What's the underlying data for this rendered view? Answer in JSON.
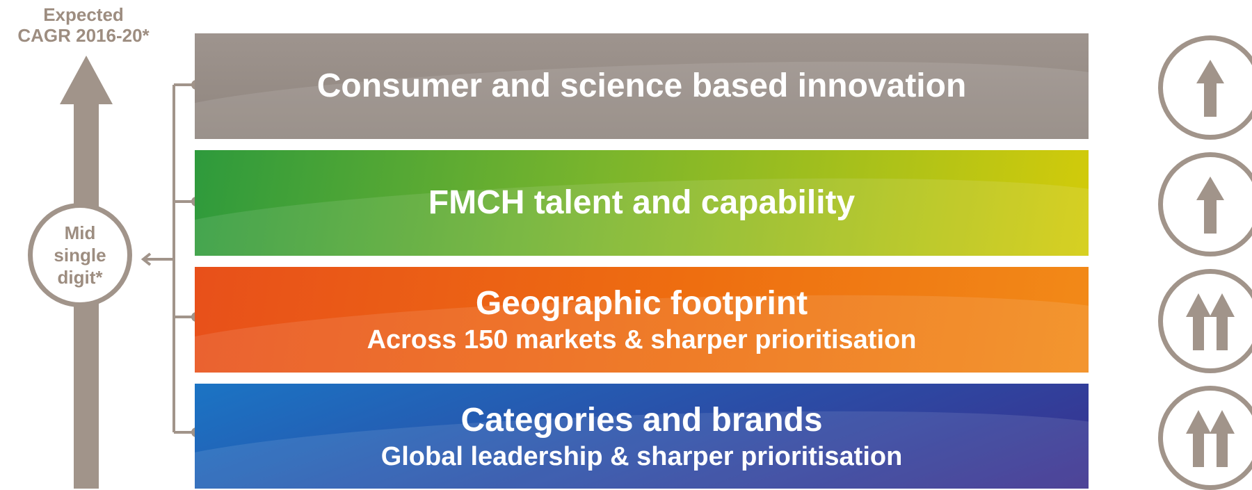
{
  "cagr_label": {
    "line1": "Expected",
    "line2": "CAGR 2016-20*"
  },
  "growth_circle": {
    "line1": "Mid",
    "line2": "single",
    "line3": "digit*"
  },
  "bars": [
    {
      "title": "Consumer and science based innovation",
      "subtitle": "",
      "icon": "single-up-arrow-icon"
    },
    {
      "title": "FMCH talent and capability",
      "subtitle": "",
      "icon": "single-up-arrow-icon"
    },
    {
      "title": "Geographic footprint",
      "subtitle": "Across 150 markets & sharper prioritisation",
      "icon": "double-up-arrow-icon"
    },
    {
      "title": "Categories and brands",
      "subtitle": "Global leadership & sharper prioritisation",
      "icon": "double-up-arrow-icon"
    }
  ],
  "colors": {
    "taupe": "#a1948a",
    "innovation": "#958b84",
    "talent_start": "#2e9a3c",
    "talent_end": "#d3cb0a",
    "footprint": "#ee6e10",
    "categories_start": "#1b74c4",
    "categories_end": "#3a2e8c"
  }
}
